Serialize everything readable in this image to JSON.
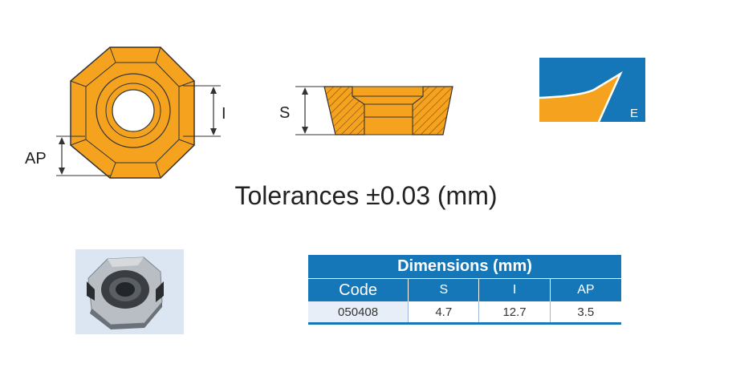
{
  "labels": {
    "ap": "AP",
    "i": "I",
    "s": "S",
    "corner_mark": "E"
  },
  "tolerances": "Tolerances ±0.03 (mm)",
  "table": {
    "title": "Dimensions (mm)",
    "headers": [
      "Code",
      "S",
      "I",
      "AP"
    ],
    "rows": [
      [
        "050408",
        "4.7",
        "12.7",
        "3.5"
      ]
    ]
  },
  "colors": {
    "insert_orange": "#f5a31e",
    "table_blue": "#1577b8",
    "photo_bg": "#dbe6f2"
  }
}
